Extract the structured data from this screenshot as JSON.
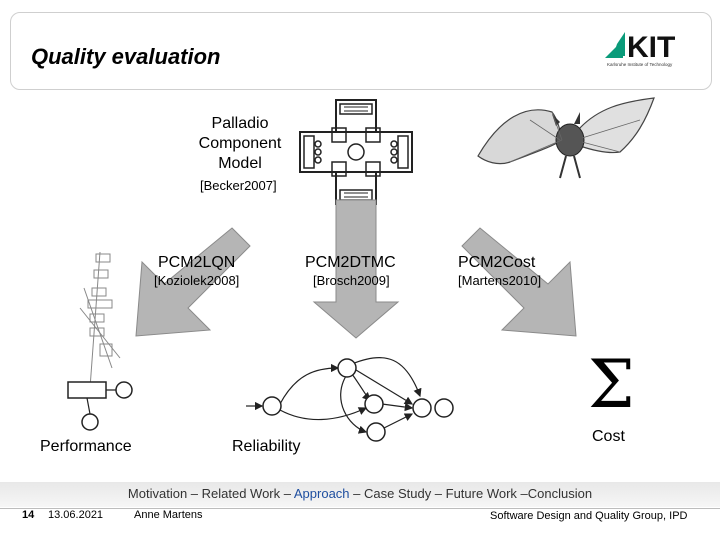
{
  "slide": {
    "title": "Quality evaluation",
    "logo_text": "KIT",
    "logo_tagline": "Karlsruhe Institute of Technology"
  },
  "model": {
    "name": "Palladio Component Model",
    "name_lines": [
      "Palladio",
      "Component",
      "Model"
    ],
    "reference": "[Becker2007]"
  },
  "transformations": [
    {
      "name": "PCM2LQN",
      "reference": "[Koziolek2008]"
    },
    {
      "name": "PCM2DTMC",
      "reference": "[Brosch2009]"
    },
    {
      "name": "PCM2Cost",
      "reference": "[Martens2010]"
    }
  ],
  "results": {
    "performance": "Performance",
    "reliability": "Reliability",
    "cost": "Cost",
    "cost_symbol": "Σ"
  },
  "footer": {
    "breadcrumb": [
      {
        "text": "Motivation – Related Work – ",
        "highlight": false
      },
      {
        "text": "Approach",
        "highlight": true
      },
      {
        "text": " – Case Study – Future Work –Conclusion",
        "highlight": false
      }
    ],
    "page_number": "14",
    "date": "13.06.2021",
    "author": "Anne Martens",
    "group": "Software Design and Quality Group, IPD"
  },
  "colors": {
    "kit_green": "#0a9b7a",
    "arrow_fill": "#b5b5b5",
    "highlight": "#1f4fa0"
  }
}
